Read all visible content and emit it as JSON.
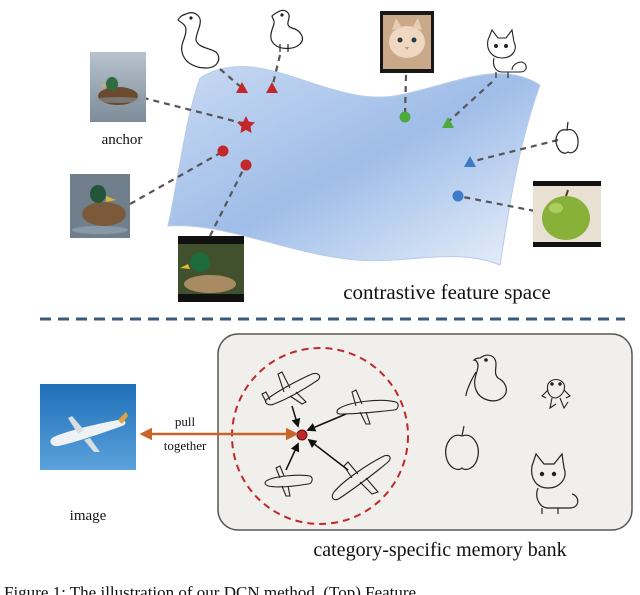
{
  "top": {
    "anchor_label": "anchor",
    "space_label": "contrastive feature space"
  },
  "bottom": {
    "image_label": "image",
    "pull_label_line1": "pull",
    "pull_label_line2": "together",
    "bank_label": "category-specific memory bank"
  },
  "caption": {
    "text": "Figure 1: The illustration of our DCN method. (Top) Feature ..."
  },
  "colors": {
    "red": "#c0282a",
    "green": "#4caa3c",
    "blue": "#3c7bc6",
    "manifold": "#a9c5ea",
    "dashed_line": "#555555",
    "divider": "#3a5a7a",
    "arrow_orange": "#c8642a",
    "memory_bank_bg": "#f1efec"
  },
  "icons": [
    "duck-photo-icon",
    "duck-sketch-icon",
    "cat-photo-icon",
    "cat-sketch-icon",
    "apple-photo-icon",
    "apple-sketch-icon",
    "airplane-photo-icon",
    "airplane-sketch-icon",
    "bird-sketch-icon",
    "frog-sketch-icon"
  ]
}
